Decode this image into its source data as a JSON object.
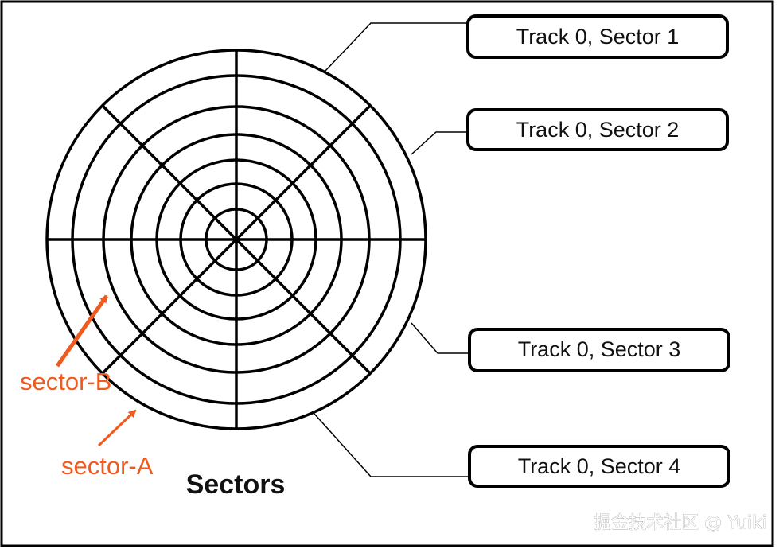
{
  "diagram": {
    "title": "Sectors",
    "labels": [
      "Track 0, Sector 1",
      "Track 0, Sector 2",
      "Track 0, Sector 3",
      "Track 0, Sector 4"
    ],
    "annotations": {
      "sector_a": "sector-A",
      "sector_b": "sector-B"
    },
    "colors": {
      "line": "#000000",
      "annotation": "#f05a1e"
    }
  },
  "watermark": "掘金技术社区 @ Yuiki"
}
